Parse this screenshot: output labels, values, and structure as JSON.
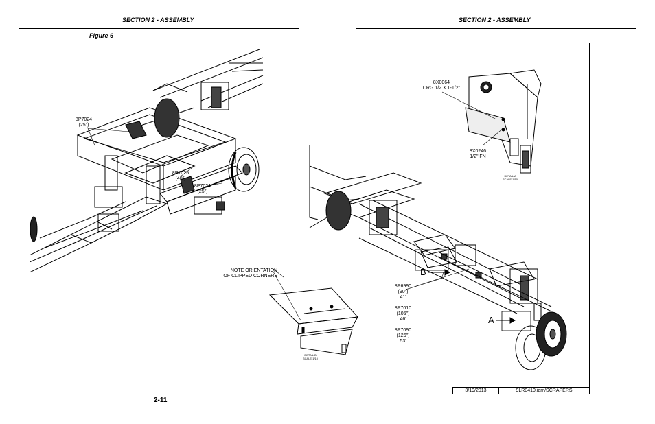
{
  "header": {
    "left_title": "SECTION 2 - ASSEMBLY",
    "right_title": "SECTION 2 - ASSEMBLY"
  },
  "figure": {
    "label": "Figure 6"
  },
  "callouts": {
    "left_top": [
      "8P7024",
      "(25\")"
    ],
    "left_mid": [
      "8P7025",
      "(40\")"
    ],
    "left_low": [
      "8P7024",
      "(25\")"
    ],
    "note": [
      "NOTE ORIENTATION",
      "OF CLIPPED CORNERS"
    ],
    "bolt": [
      "8X0064",
      "CRG 1/2 X 1-1/2\""
    ],
    "nut": [
      "8X0246",
      "1/2\" FN"
    ],
    "bar_a": [
      "8P6990",
      "(90\")",
      "41'"
    ],
    "bar_b": [
      "8P7010",
      "(105\")",
      "46'"
    ],
    "bar_c": [
      "8P7090",
      "(126\")",
      "53'"
    ]
  },
  "details": {
    "detail_a": [
      "DETAIL A",
      "SCALE 1/10"
    ],
    "detail_b": [
      "DETAIL B",
      "SCALE 1/10"
    ],
    "marker_a": "A",
    "marker_b": "B"
  },
  "footer": {
    "page_number": "2-11",
    "date": "3/19/2013",
    "file": "9LR0410.iam/SCRAPERS"
  }
}
